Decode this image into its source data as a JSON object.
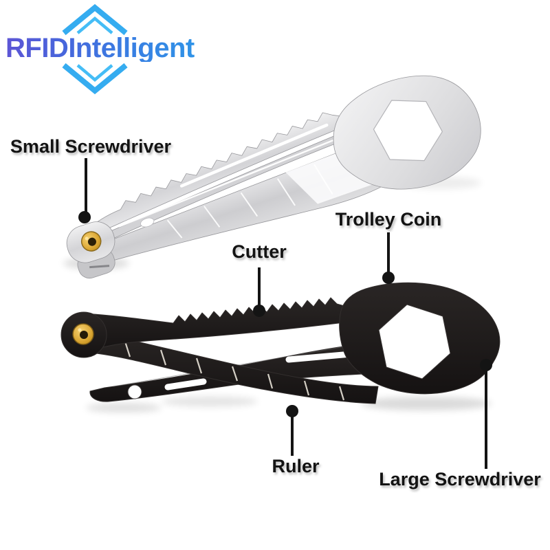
{
  "logo": {
    "text": "RFIDIntelligent",
    "gradient_start": "#5d55d5",
    "gradient_end": "#2f95e8",
    "diamond_color": "#35acf0"
  },
  "callouts": {
    "small_screwdriver": "Small Screwdriver",
    "trolley_coin": "Trolley Coin",
    "cutter": "Cutter",
    "ruler": "Ruler",
    "large_screwdriver": "Large Screwdriver"
  },
  "colors": {
    "background": "#ffffff",
    "label_text": "#131313",
    "pointer": "#141414",
    "tool_silver": "#d9d9dc",
    "tool_black": "#1d1a19",
    "rivet_gold": "#d8a43a"
  }
}
